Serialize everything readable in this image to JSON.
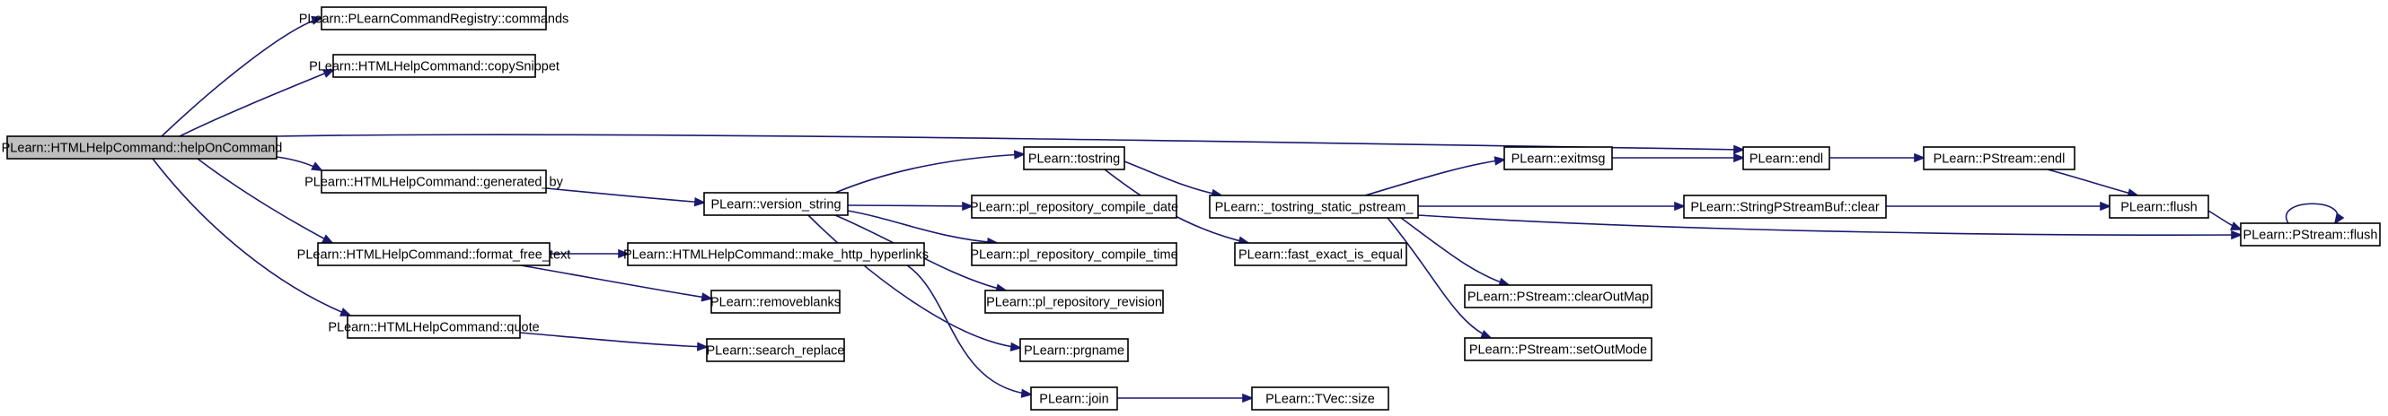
{
  "graph": {
    "nodes": [
      {
        "id": "root",
        "label": "PLearn::HTMLHelpCommand::helpOnCommand",
        "root": true
      },
      {
        "id": "commands",
        "label": "PLearn::PLearnCommandRegistry::commands"
      },
      {
        "id": "copySnippet",
        "label": "PLearn::HTMLHelpCommand::copySnippet"
      },
      {
        "id": "generated_by",
        "label": "PLearn::HTMLHelpCommand::generated_by"
      },
      {
        "id": "format_free_text",
        "label": "PLearn::HTMLHelpCommand::format_free_text"
      },
      {
        "id": "quote",
        "label": "PLearn::HTMLHelpCommand::quote"
      },
      {
        "id": "version_string",
        "label": "PLearn::version_string"
      },
      {
        "id": "make_http",
        "label": "PLearn::HTMLHelpCommand::make_http_hyperlinks"
      },
      {
        "id": "removeblanks",
        "label": "PLearn::removeblanks"
      },
      {
        "id": "search_replace",
        "label": "PLearn::search_replace"
      },
      {
        "id": "tostring",
        "label": "PLearn::tostring"
      },
      {
        "id": "compile_date",
        "label": "PLearn::pl_repository_compile_date"
      },
      {
        "id": "compile_time",
        "label": "PLearn::pl_repository_compile_time"
      },
      {
        "id": "revision",
        "label": "PLearn::pl_repository_revision"
      },
      {
        "id": "prgname",
        "label": "PLearn::prgname"
      },
      {
        "id": "join",
        "label": "PLearn::join"
      },
      {
        "id": "tostring_static",
        "label": "PLearn::_tostring_static_pstream_"
      },
      {
        "id": "fast_exact",
        "label": "PLearn::fast_exact_is_equal"
      },
      {
        "id": "tvec_size",
        "label": "PLearn::TVec::size"
      },
      {
        "id": "exitmsg",
        "label": "PLearn::exitmsg"
      },
      {
        "id": "clearOutMap",
        "label": "PLearn::PStream::clearOutMap"
      },
      {
        "id": "setOutMode",
        "label": "PLearn::PStream::setOutMode"
      },
      {
        "id": "endl",
        "label": "PLearn::endl"
      },
      {
        "id": "spsb_clear",
        "label": "PLearn::StringPStreamBuf::clear"
      },
      {
        "id": "pstream_endl",
        "label": "PLearn::PStream::endl"
      },
      {
        "id": "flush",
        "label": "PLearn::flush"
      },
      {
        "id": "pstream_flush",
        "label": "PLearn::PStream::flush"
      }
    ]
  }
}
